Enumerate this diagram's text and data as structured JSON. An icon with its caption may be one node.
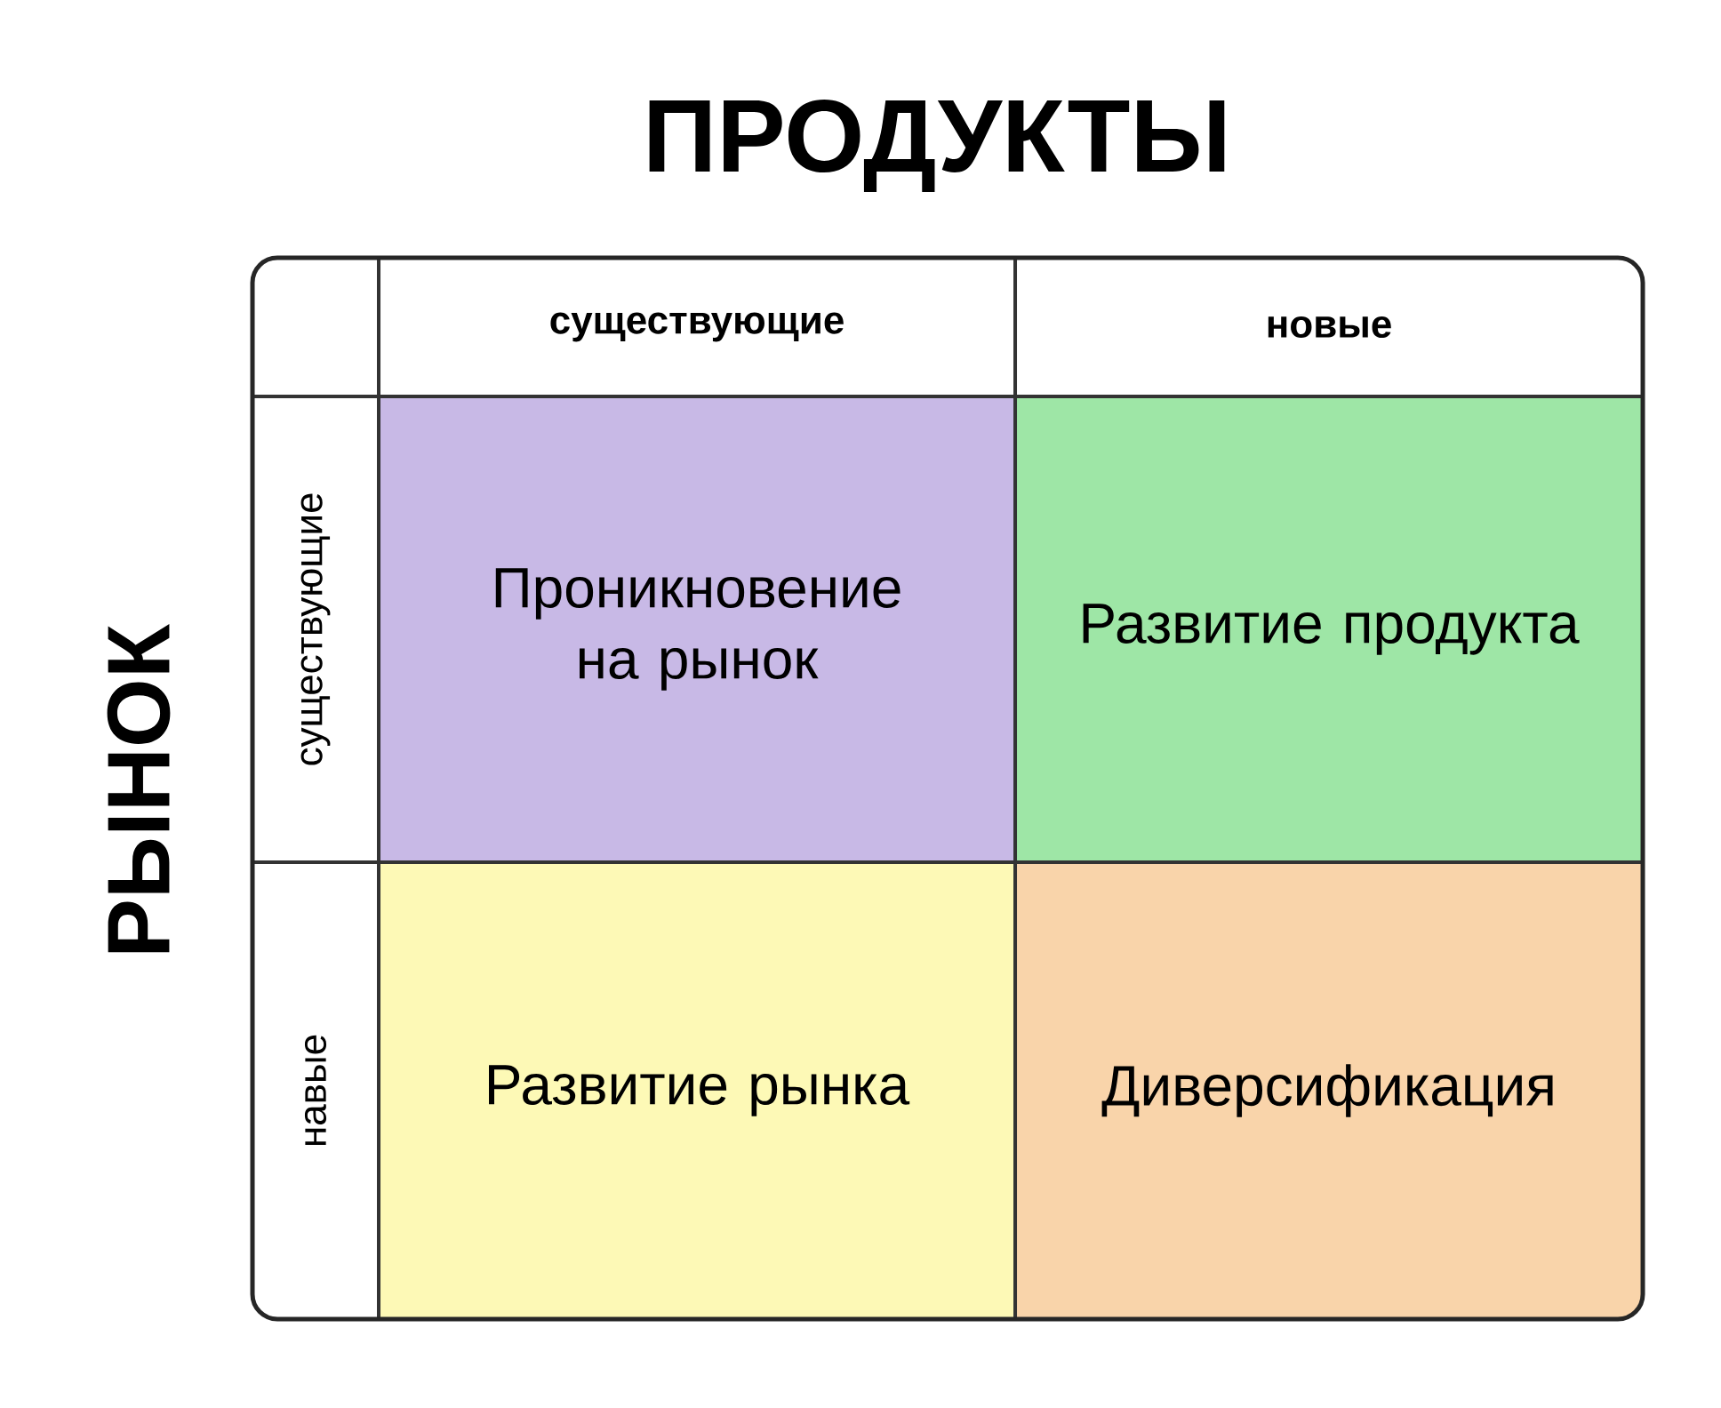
{
  "diagram": {
    "title": "ПРОДУКТЫ",
    "nodes": [
      {
        "text": [
          "существующие"
        ]
      },
      {
        "text": [
          "новые"
        ]
      },
      {
        "text": [
          "существующие"
        ]
      },
      {
        "text": [
          "Проникновение на рынок"
        ]
      },
      {
        "text": [
          "Развитие продукта"
        ]
      },
      {
        "text": [
          "навые"
        ]
      },
      {
        "text": [
          "Развитие рынка"
        ]
      },
      {
        "text": [
          "Диверсификация"
        ]
      }
    ],
    "labels": [
      "РЫНОК"
    ]
  }
}
